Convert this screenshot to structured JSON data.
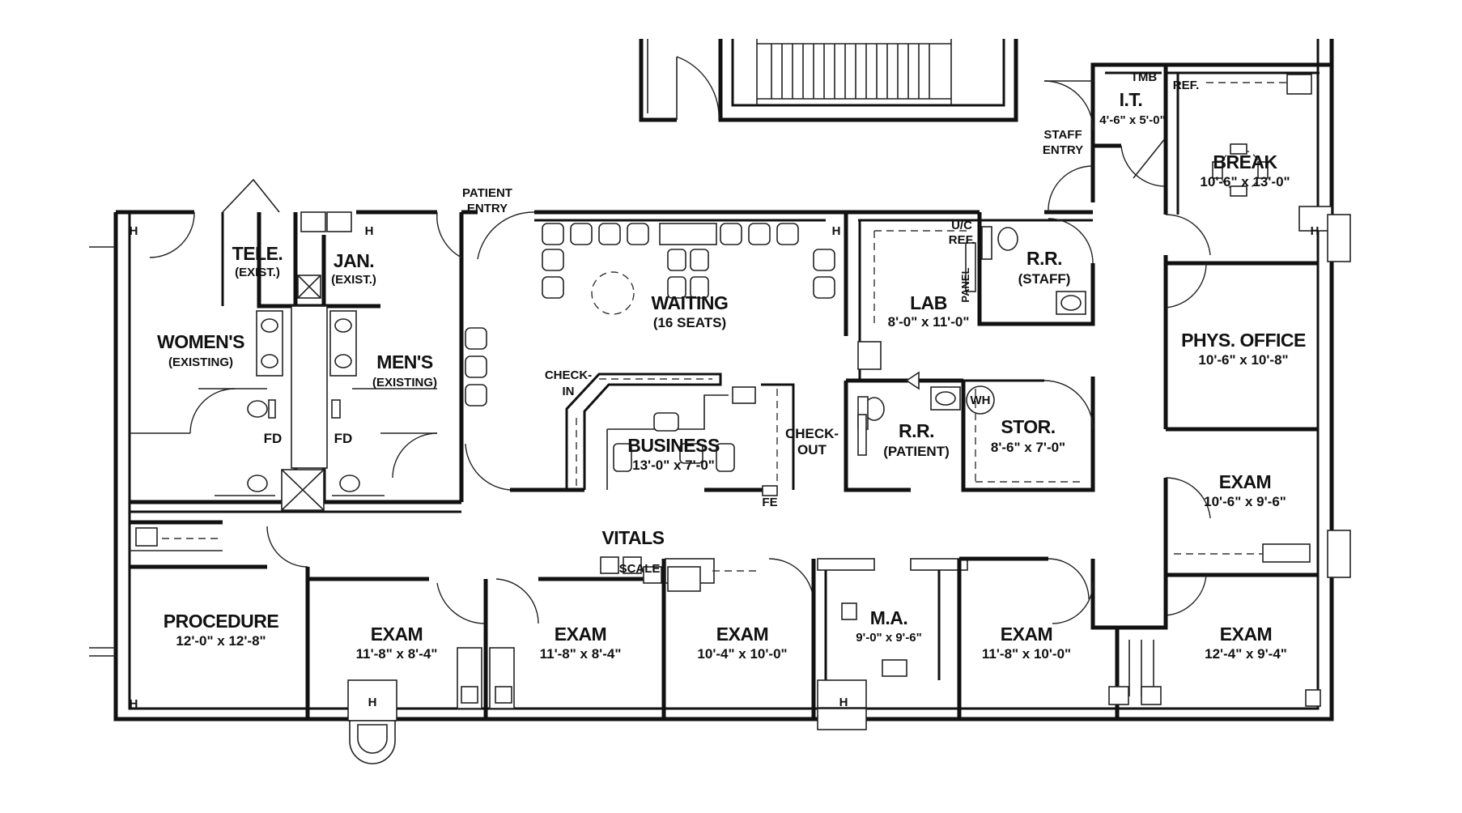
{
  "rooms": {
    "tele": {
      "name": "TELE.",
      "sub": "(EXIST.)"
    },
    "jan": {
      "name": "JAN.",
      "sub": "(EXIST.)"
    },
    "womens": {
      "name": "WOMEN'S",
      "sub": "(EXISTING)"
    },
    "mens": {
      "name": "MEN'S",
      "sub": "(EXISTING)"
    },
    "waiting": {
      "name": "WAITING",
      "sub": "(16 SEATS)"
    },
    "business": {
      "name": "BUSINESS",
      "dims": "13'-0\" x 7'-0\""
    },
    "lab": {
      "name": "LAB",
      "dims": "8'-0\" x 11'-0\""
    },
    "rr_staff": {
      "name": "R.R.",
      "sub": "(STAFF)"
    },
    "rr_patient": {
      "name": "R.R.",
      "sub": "(PATIENT)"
    },
    "stor": {
      "name": "STOR.",
      "dims": "8'-6\" x 7'-0\""
    },
    "it": {
      "name": "I.T.",
      "dims": "4'-6\" x 5'-0\""
    },
    "break": {
      "name": "BREAK",
      "dims": "10'-6\" x 13'-0\""
    },
    "phys_office": {
      "name": "PHYS. OFFICE",
      "dims": "10'-6\" x 10'-8\""
    },
    "exam_right_mid": {
      "name": "EXAM",
      "dims": "10'-6\" x 9'-6\""
    },
    "procedure": {
      "name": "PROCEDURE",
      "dims": "12'-0\" x 12'-8\""
    },
    "exam1": {
      "name": "EXAM",
      "dims": "11'-8\" x 8'-4\""
    },
    "exam2": {
      "name": "EXAM",
      "dims": "11'-8\" x 8'-4\""
    },
    "exam3": {
      "name": "EXAM",
      "dims": "10'-4\" x 10'-0\""
    },
    "ma": {
      "name": "M.A.",
      "dims": "9'-0\" x 9'-6\""
    },
    "exam4": {
      "name": "EXAM",
      "dims": "11'-8\" x 10'-0\""
    },
    "exam5": {
      "name": "EXAM",
      "dims": "12'-4\" x 9'-4\""
    }
  },
  "labels": {
    "patient_entry": [
      "PATIENT",
      "ENTRY"
    ],
    "staff_entry": [
      "STAFF",
      "ENTRY"
    ],
    "check_in": [
      "CHECK-",
      "IN"
    ],
    "check_out": [
      "CHECK-",
      "OUT"
    ],
    "vitals": "VITALS",
    "scale": "SCALE",
    "fe": "FE",
    "fd_left": "FD",
    "fd_right": "FD",
    "tmb": "TMB",
    "ref_break": "REF.",
    "uc_ref": [
      "U/C",
      "REF."
    ],
    "panel": "PANEL",
    "wh": "WH",
    "h_marks": "H"
  }
}
